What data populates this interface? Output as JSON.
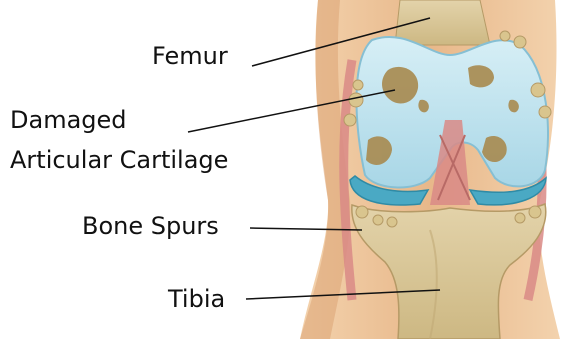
{
  "labels": {
    "femur": "Femur",
    "damaged_line1": "Damaged",
    "damaged_line2": "Articular Cartilage",
    "bone_spurs": "Bone Spurs",
    "tibia": "Tibia"
  },
  "colors": {
    "background": "#ffffff",
    "skin": "#e7b98a",
    "bone": "#dccb9f",
    "cartilage": "#bfe3ef",
    "meniscus": "#4aa9c4",
    "ligament": "#d98a86",
    "damage": "#a88a4f",
    "leader_line": "#111111"
  }
}
